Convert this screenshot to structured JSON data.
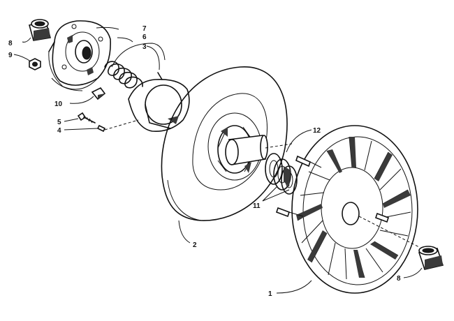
{
  "callouts": {
    "c1": "1",
    "c2": "2",
    "c3": "3",
    "c4": "4",
    "c5": "5",
    "c6": "6",
    "c7": "7",
    "c8_top": "8",
    "c8_bottom": "8",
    "c9": "9",
    "c10": "10",
    "c11": "11",
    "c12": "12"
  },
  "colors": {
    "ink": "#111111",
    "paper": "#ffffff"
  }
}
